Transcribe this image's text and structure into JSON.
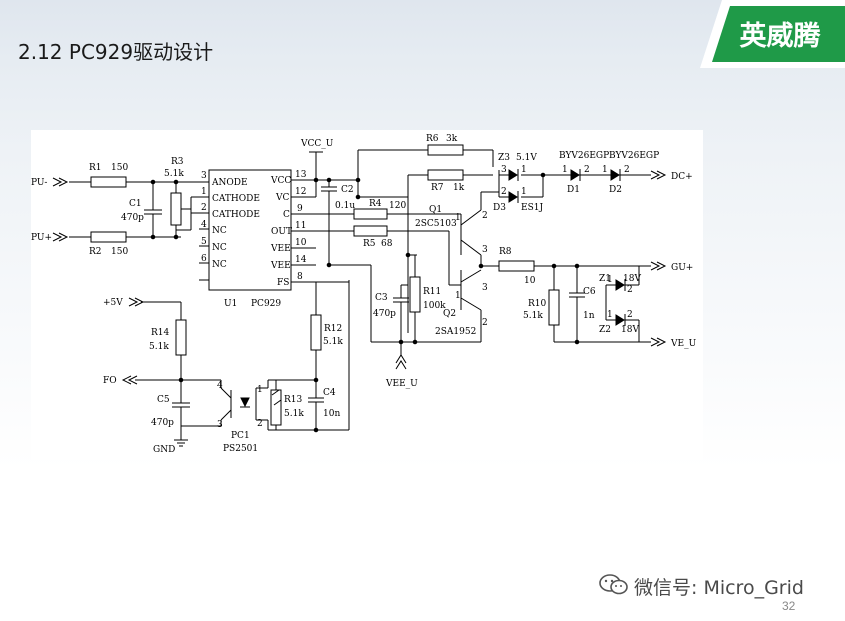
{
  "slide": {
    "title": "2.12 PC929驱动设计",
    "brand": "英威腾",
    "page_number": "32",
    "watermark": "微信号: Micro_Grid"
  },
  "schematic": {
    "ic_u1": {
      "name": "U1",
      "part": "PC929",
      "left_pins": [
        {
          "num": "3",
          "name": "ANODE"
        },
        {
          "num": "1",
          "name": "CATHODE"
        },
        {
          "num": "2",
          "name": "CATHODE"
        },
        {
          "num": "4",
          "name": "NC"
        },
        {
          "num": "5",
          "name": "NC"
        },
        {
          "num": "6",
          "name": "NC"
        }
      ],
      "right_pins": [
        {
          "num": "13",
          "name": "VCC"
        },
        {
          "num": "12",
          "name": "VC"
        },
        {
          "num": "9",
          "name": "C"
        },
        {
          "num": "11",
          "name": "OUT"
        },
        {
          "num": "10",
          "name": "VEE"
        },
        {
          "num": "14",
          "name": "VEE"
        },
        {
          "num": "8",
          "name": "FS"
        }
      ]
    },
    "nets": {
      "pu_minus": "PU-",
      "pu_plus": "PU+",
      "vcc_u": "VCC_U",
      "vee_u": "VEE_U",
      "plus5v": "+5V",
      "fo": "FO",
      "gnd": "GND",
      "dc_plus": "DC+",
      "gu_plus": "GU+",
      "ve_u": "VE_U"
    },
    "components": {
      "r1": "R1",
      "r1_val": "150",
      "r2": "R2",
      "r2_val": "150",
      "r3": "R3",
      "r3_val": "5.1k",
      "c1": "C1",
      "c1_val": "470p",
      "c2": "C2",
      "c2_val": "0.1u",
      "r4": "R4",
      "r4_val": "120",
      "r5": "R5",
      "r5_val": "68",
      "r6": "R6",
      "r6_val": "3k",
      "r7": "R7",
      "r7_val": "1k",
      "z3": "Z3",
      "z3_val": "5.1V",
      "d3": "D3",
      "d3_val": "ES1J",
      "d1": "D1",
      "d1_part": "BYV26EGP",
      "d2": "D2",
      "d2_part": "BYV26EGP",
      "q1": "Q1",
      "q1_part": "2SC5103",
      "q2": "Q2",
      "q2_part": "2SA1952",
      "r11": "R11",
      "r11_val": "100k",
      "c3": "C3",
      "c3_val": "470p",
      "r8": "R8",
      "r8_val": "10",
      "r10": "R10",
      "r10_val": "5.1k",
      "c6": "C6",
      "c6_val": "1n",
      "z1": "Z1",
      "z1_val": "18V",
      "z2": "Z2",
      "z2_val": "18V",
      "r14": "R14",
      "r14_val": "5.1k",
      "c5": "C5",
      "c5_val": "470p",
      "pc1": "PC1",
      "pc1_part": "PS2501",
      "r13": "R13",
      "r13_val": "5.1k",
      "c4": "C4",
      "c4_val": "10n",
      "r12": "R12",
      "r12_val": "5.1k"
    },
    "pins": {
      "one": "1",
      "two": "2",
      "three": "3",
      "four": "4"
    }
  }
}
